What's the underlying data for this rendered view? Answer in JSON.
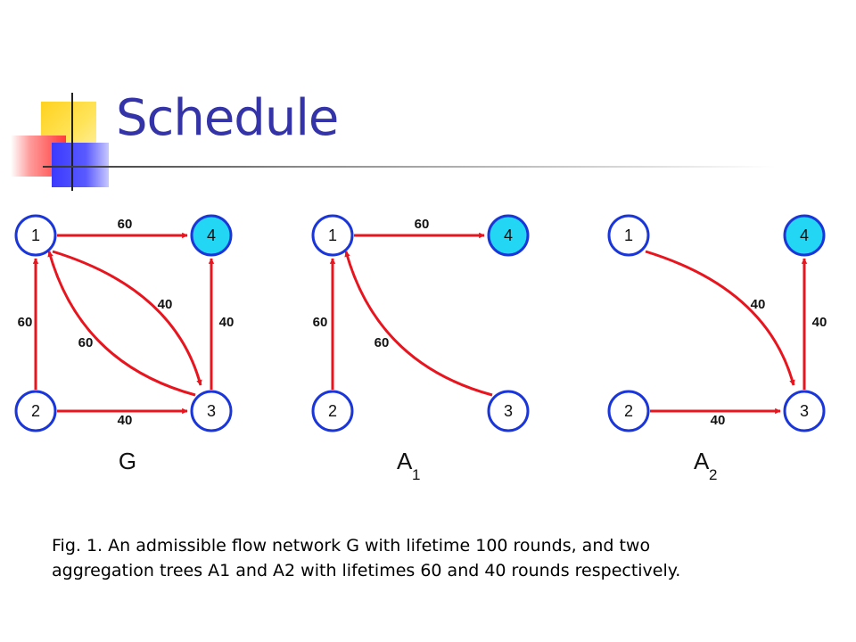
{
  "title": "Schedule",
  "caption": {
    "line1": "Fig. 1. An admissible flow network G with lifetime 100 rounds, and two",
    "line2": "aggregation trees A1 and A2 with lifetimes 60 and 40 rounds respectively."
  },
  "colors": {
    "title": "#3434a8",
    "node_stroke": "#1a36d9",
    "sink_fill": "#22d6f4",
    "edge": "#e8141e"
  },
  "graphs": {
    "G": {
      "label": "G",
      "nodes": {
        "n1": "1",
        "n2": "2",
        "n3": "3",
        "n4": "4"
      },
      "edges": {
        "e14": "60",
        "e21": "60",
        "e23": "40",
        "e34": "40",
        "e13": "40",
        "e31": "60"
      }
    },
    "A1": {
      "label": "A",
      "subscript": "1",
      "nodes": {
        "n1": "1",
        "n2": "2",
        "n3": "3",
        "n4": "4"
      },
      "edges": {
        "e14": "60",
        "e21": "60",
        "e31": "60"
      }
    },
    "A2": {
      "label": "A",
      "subscript": "2",
      "nodes": {
        "n1": "1",
        "n2": "2",
        "n3": "3",
        "n4": "4"
      },
      "edges": {
        "e13": "40",
        "e23": "40",
        "e34": "40"
      }
    }
  }
}
